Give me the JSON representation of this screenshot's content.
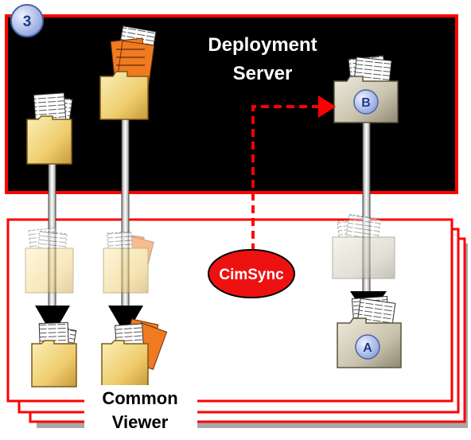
{
  "step": {
    "number": "3"
  },
  "deployment_server": {
    "title_line1": "Deployment",
    "title_line2": "Server"
  },
  "common_viewer": {
    "title_line1": "Common",
    "title_line2": "Viewer"
  },
  "cimsync": {
    "label": "CimSync"
  },
  "folders": {
    "label_b": "B",
    "label_a": "A"
  },
  "colors": {
    "server_bg": "#000000",
    "border_red": "#ff0000",
    "dashed_arrow": "#ff0000",
    "cimsync_fill": "#ff0000",
    "folder_yellow": "#f2d27a",
    "folder_gray": "#c8c3b0",
    "doc_orange": "#f07a20",
    "badge_blue": "#b9c8f0"
  }
}
